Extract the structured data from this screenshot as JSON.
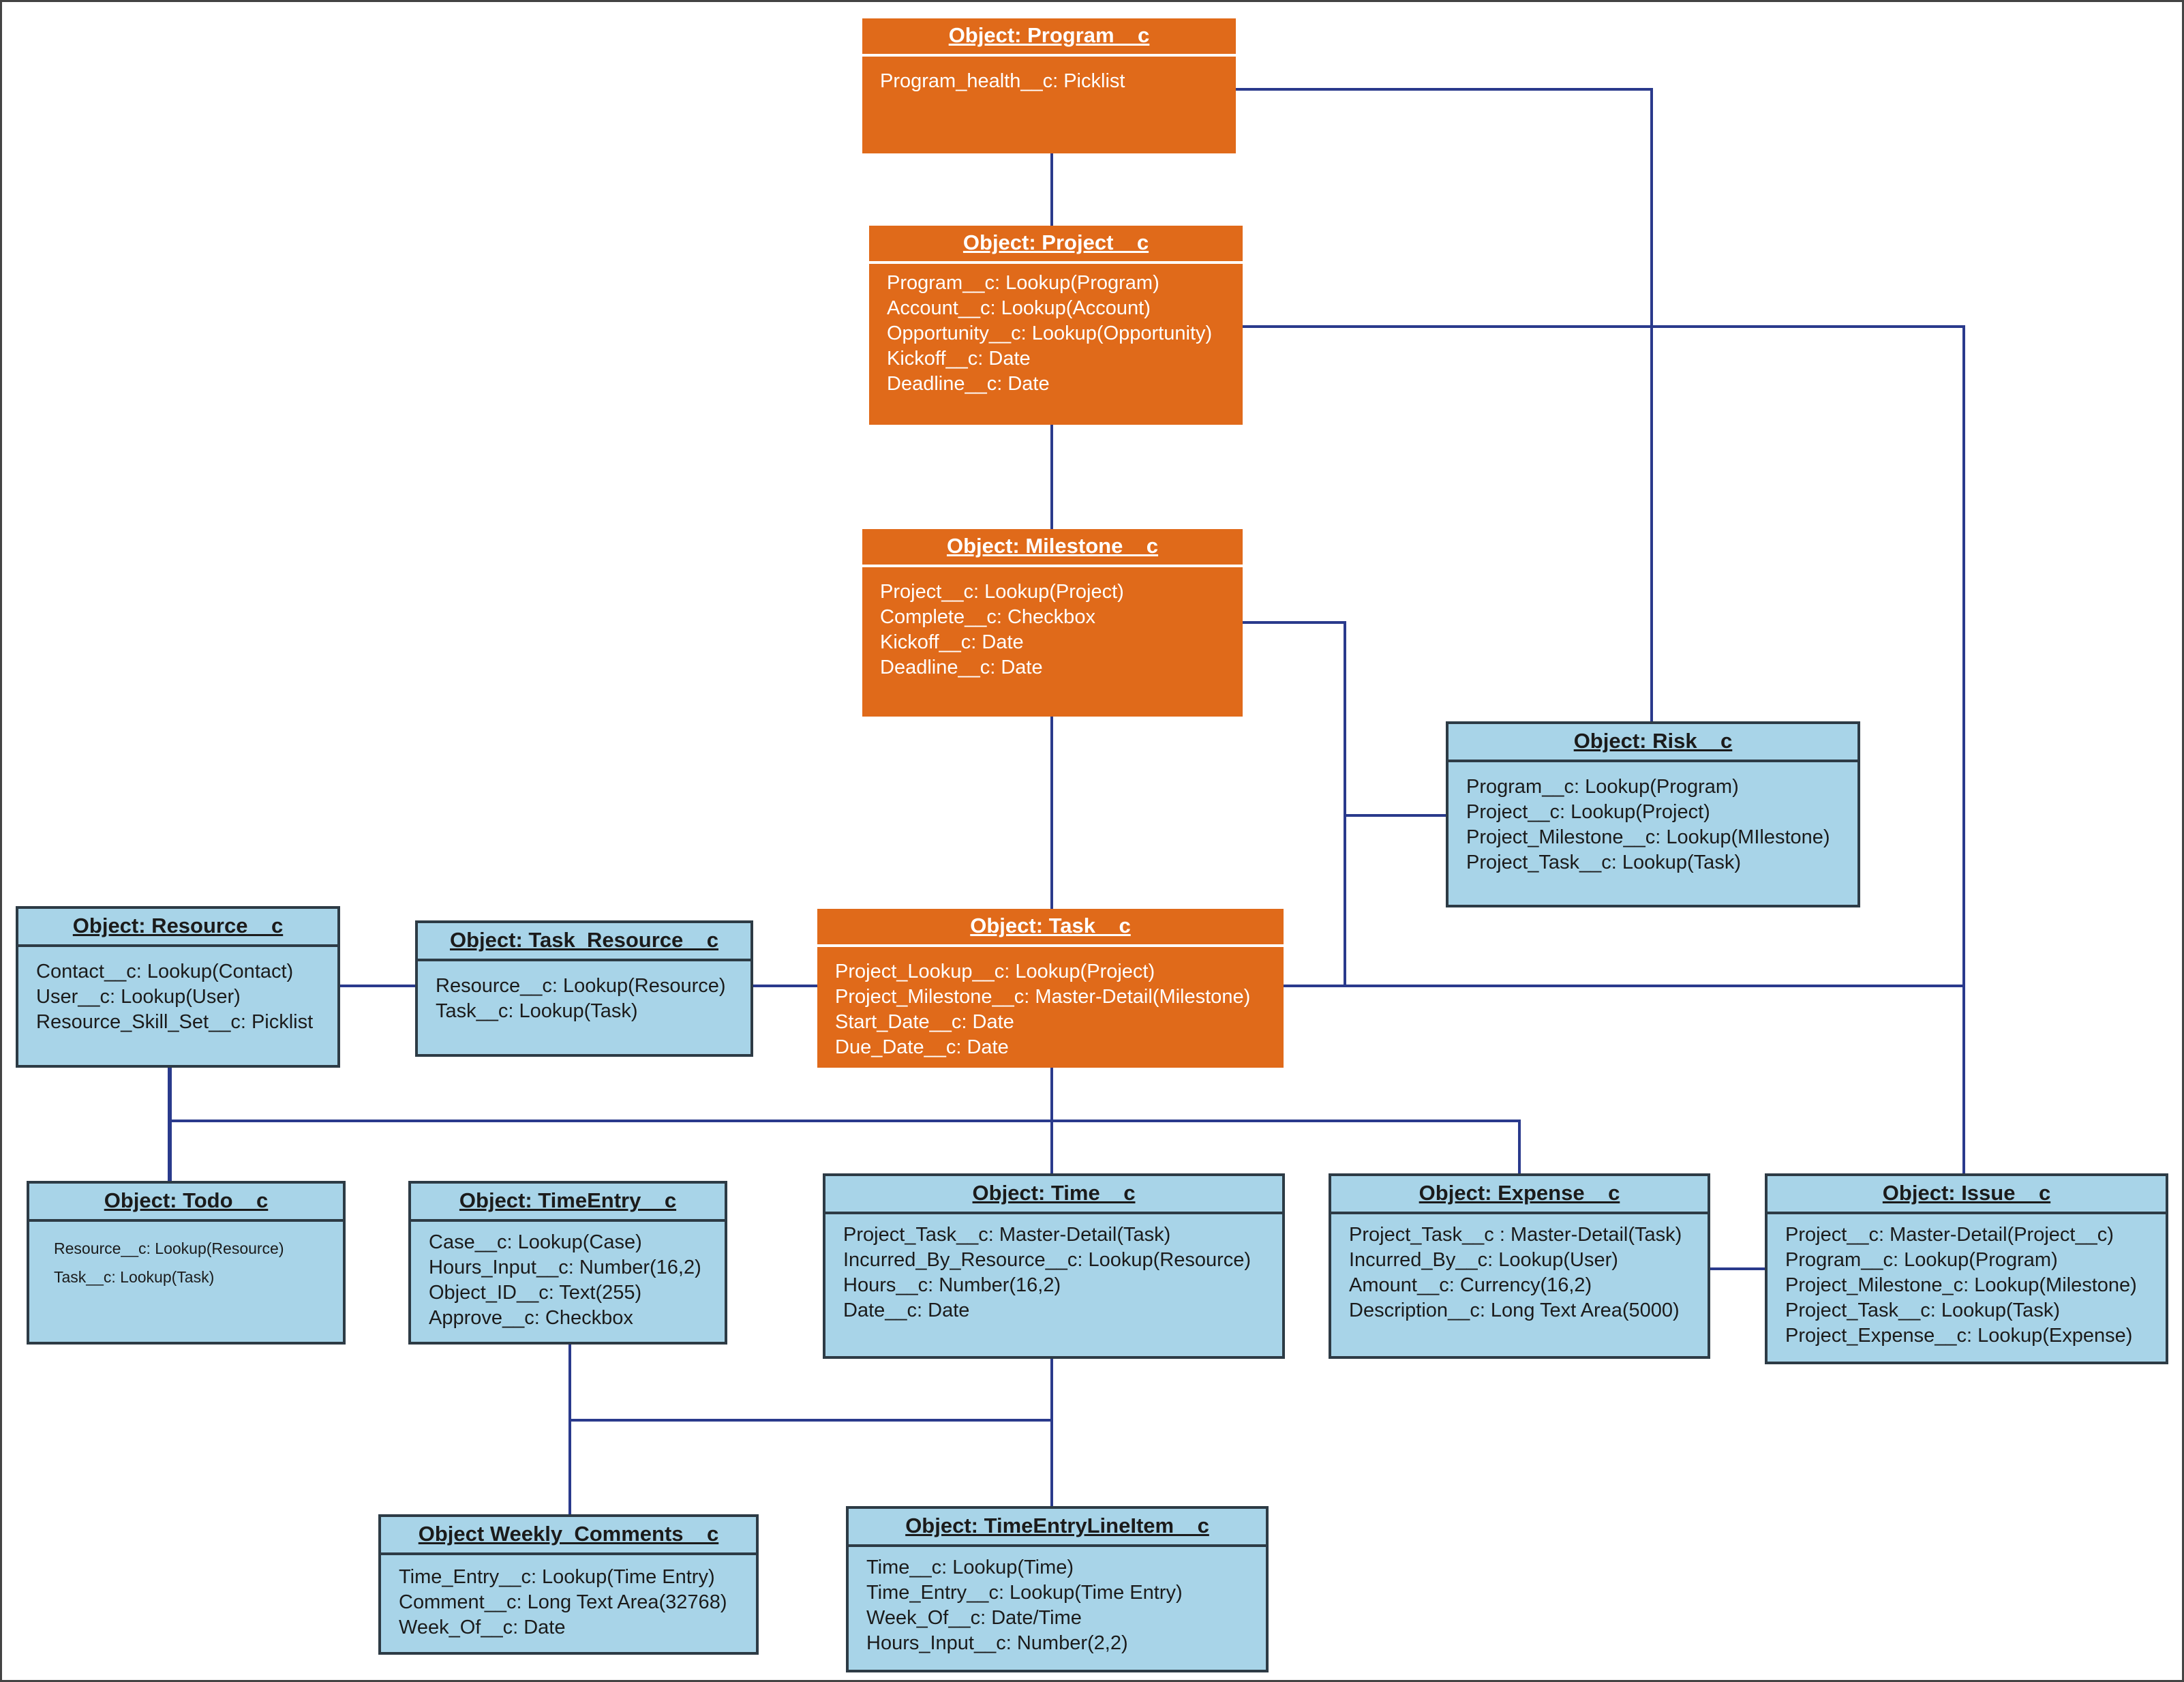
{
  "objects": {
    "program": {
      "title": "Object: Program__c",
      "fields": [
        "Program_health__c: Picklist"
      ]
    },
    "project": {
      "title": "Object: Project__c",
      "fields": [
        "Program__c: Lookup(Program)",
        "Account__c: Lookup(Account)",
        "Opportunity__c: Lookup(Opportunity)",
        "Kickoff__c: Date",
        "Deadline__c: Date"
      ]
    },
    "milestone": {
      "title": "Object: Milestone__c",
      "fields": [
        "Project__c: Lookup(Project)",
        "Complete__c: Checkbox",
        "Kickoff__c: Date",
        "Deadline__c: Date"
      ]
    },
    "risk": {
      "title": "Object: Risk__c",
      "fields": [
        "Program__c: Lookup(Program)",
        "Project__c: Lookup(Project)",
        "Project_Milestone__c: Lookup(MIlestone)",
        "Project_Task__c: Lookup(Task)"
      ]
    },
    "resource": {
      "title": "Object: Resource__c",
      "fields": [
        "Contact__c: Lookup(Contact)",
        "User__c: Lookup(User)",
        "Resource_Skill_Set__c: Picklist"
      ]
    },
    "task_resource": {
      "title": "Object: Task_Resource__c",
      "fields": [
        "Resource__c: Lookup(Resource)",
        "Task__c: Lookup(Task)"
      ]
    },
    "task": {
      "title": "Object: Task__c",
      "fields": [
        "Project_Lookup__c: Lookup(Project)",
        "Project_Milestone__c: Master-Detail(Milestone)",
        "Start_Date__c: Date",
        "Due_Date__c: Date"
      ]
    },
    "todo": {
      "title": "Object: Todo__c",
      "fields": [
        "Resource__c: Lookup(Resource)",
        "Task__c: Lookup(Task)"
      ]
    },
    "time_entry": {
      "title": "Object: TimeEntry__c",
      "fields": [
        "Case__c: Lookup(Case)",
        "Hours_Input__c: Number(16,2)",
        "Object_ID__c: Text(255)",
        "Approve__c: Checkbox"
      ]
    },
    "time": {
      "title": "Object: Time__c",
      "fields": [
        "Project_Task__c: Master-Detail(Task)",
        "Incurred_By_Resource__c: Lookup(Resource)",
        "Hours__c: Number(16,2)",
        "Date__c: Date"
      ]
    },
    "expense": {
      "title": "Object: Expense__c",
      "fields": [
        "Project_Task__c : Master-Detail(Task)",
        "Incurred_By__c: Lookup(User)",
        "Amount__c: Currency(16,2)",
        "Description__c: Long Text Area(5000)"
      ]
    },
    "issue": {
      "title": "Object: Issue__c",
      "fields": [
        "Project__c: Master-Detail(Project__c)",
        "Program__c: Lookup(Program)",
        "Project_Milestone_c: Lookup(Milestone)",
        "Project_Task__c: Lookup(Task)",
        "Project_Expense__c: Lookup(Expense)"
      ]
    },
    "weekly_comments": {
      "title": "Object Weekly_Comments__c",
      "fields": [
        "Time_Entry__c: Lookup(Time Entry)",
        "Comment__c: Long Text Area(32768)",
        "Week_Of__c: Date"
      ]
    },
    "time_entry_line_item": {
      "title": "Object: TimeEntryLineItem__c",
      "fields": [
        "Time__c: Lookup(Time)",
        "Time_Entry__c: Lookup(Time Entry)",
        "Week_Of__c: Date/Time",
        "Hours_Input__c: Number(2,2)"
      ]
    }
  },
  "colors": {
    "core_object": "#e06a1a",
    "related_object": "#a8d4e8",
    "connector": "#2a3a8c"
  }
}
